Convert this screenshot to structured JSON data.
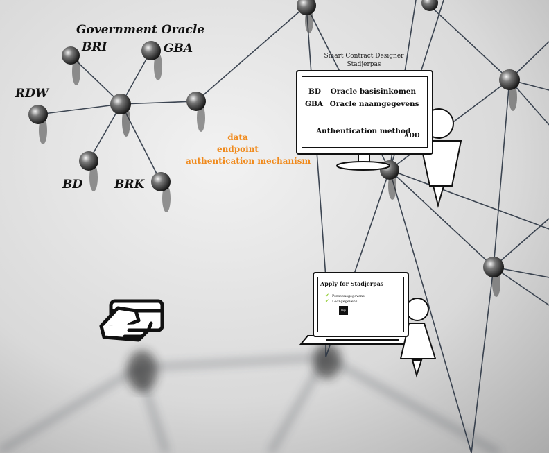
{
  "oracle": {
    "title": "Government Oracle",
    "nodes": {
      "bri": "BRI",
      "gba": "GBA",
      "rdw": "RDW",
      "bd": "BD",
      "brk": "BRK"
    }
  },
  "connection_info": [
    "data",
    "endpoint",
    "authentication mechanism"
  ],
  "designer": {
    "caption_line1": "Smart Contract Designer",
    "caption_line2": "Stadjerpas",
    "rows": [
      {
        "code": "BD",
        "label": "Oracle basisinkomen"
      },
      {
        "code": "GBA",
        "label": "Oracle naamgegevens"
      }
    ],
    "auth_label": "Authentication method",
    "add_label": "ADD"
  },
  "app": {
    "title": "Apply for Stadjerpas",
    "items": [
      "Persoonsgegevens",
      "Loongegevens"
    ],
    "icon_text": "Digi"
  },
  "colors": {
    "accent": "#f08a1c",
    "check": "#8ac926",
    "ink": "#111111"
  }
}
